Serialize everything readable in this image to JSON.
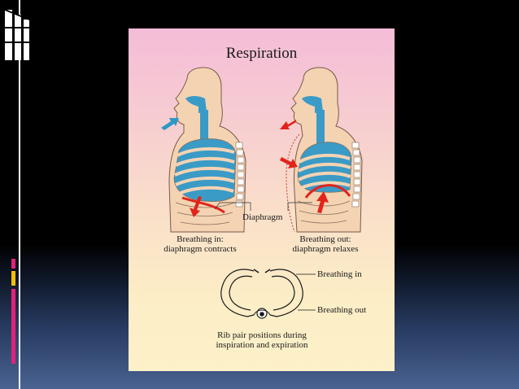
{
  "diagram": {
    "title": "Respiration",
    "labels": {
      "diaphragm": "Diaphragm",
      "breathing_in": "Breathing in",
      "breathing_out": "Breathing out"
    },
    "captions": {
      "inhale_line1": "Breathing in:",
      "inhale_line2": "diaphragm contracts",
      "exhale_line1": "Breathing out:",
      "exhale_line2": "diaphragm relaxes",
      "rib_line1": "Rib pair positions during",
      "rib_line2": "inspiration and expiration"
    }
  },
  "colors": {
    "skin": "#f4d3b3",
    "airway": "#3a9bc6",
    "arrow_red": "#e2231a",
    "arrow_blue": "#2e98c7",
    "outline": "#7a5a48"
  },
  "icons": [
    "slide-grid-icon"
  ]
}
